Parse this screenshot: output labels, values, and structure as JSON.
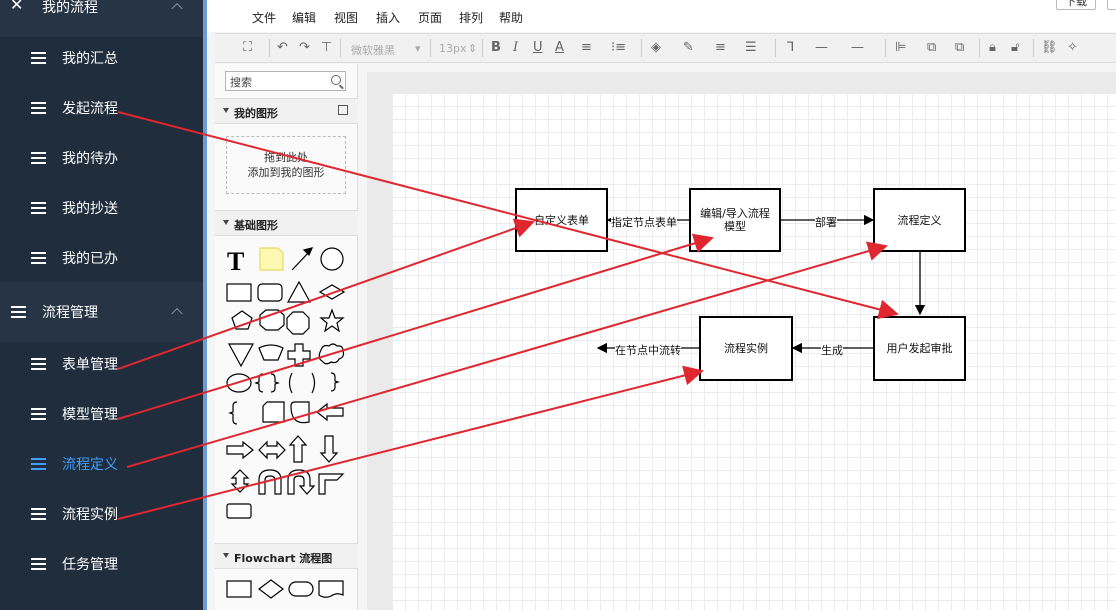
{
  "sidebar": {
    "group_top_label": "我的流程",
    "items_top": [
      {
        "label": "我的汇总"
      },
      {
        "label": "发起流程"
      },
      {
        "label": "我的待办"
      },
      {
        "label": "我的抄送"
      },
      {
        "label": "我的已办"
      }
    ],
    "group_manage_label": "流程管理",
    "items_manage": [
      {
        "label": "表单管理"
      },
      {
        "label": "模型管理"
      },
      {
        "label": "流程定义"
      },
      {
        "label": "流程实例"
      },
      {
        "label": "任务管理"
      }
    ],
    "active_item": "流程定义",
    "active_color": "#409eff"
  },
  "editor": {
    "menu": [
      "文件",
      "编辑",
      "视图",
      "插入",
      "页面",
      "排列",
      "帮助"
    ],
    "top_button": "下载",
    "toolbar": {
      "font_family": "微软雅黑",
      "font_size": "13px"
    },
    "shapes_panel": {
      "search_placeholder": "搜索",
      "my_shapes_title": "我的图形",
      "dropzone_line1": "拖到此处",
      "dropzone_line2": "添加到我的图形",
      "basic_title": "基础图形",
      "flowchart_title": "Flowchart 流程图"
    },
    "diagram": {
      "nodes": {
        "form": "自定义表单",
        "model": "编辑/导入流程模型",
        "define": "流程定义",
        "start": "用户发起审批",
        "instance": "流程实例"
      },
      "edges": {
        "assign": "指定节点表单",
        "deploy": "部署",
        "generate": "生成",
        "flow": "在节点中流转"
      }
    }
  },
  "annotation_color": "#e0262e"
}
